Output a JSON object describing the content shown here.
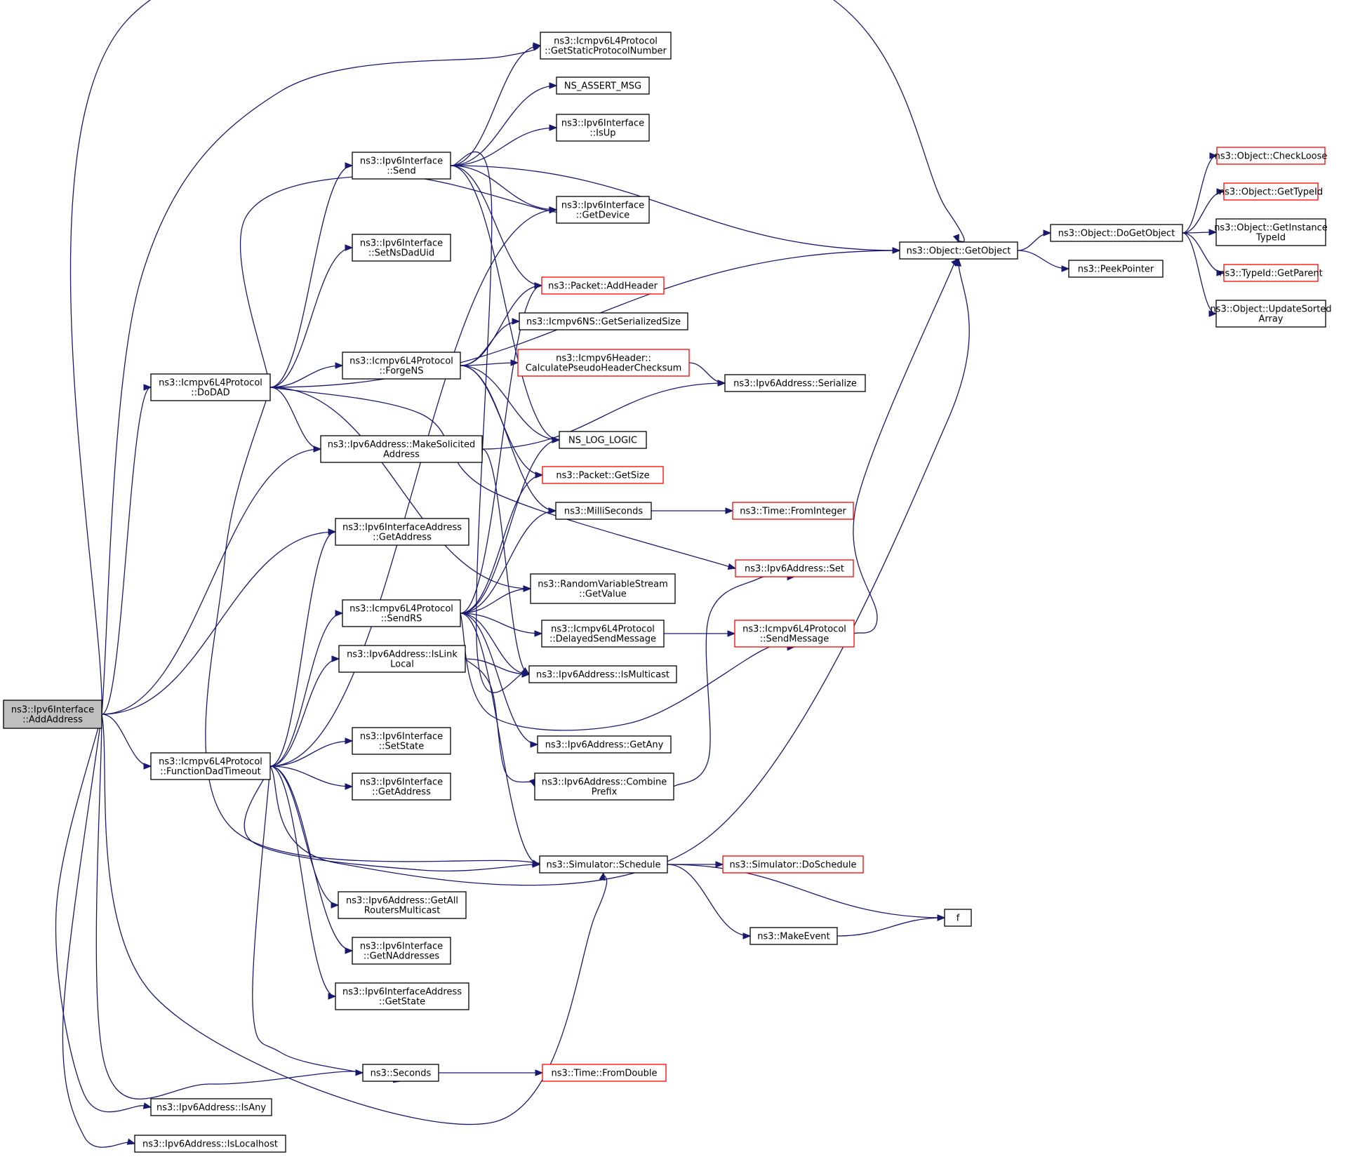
{
  "colors": {
    "edge": "#191970",
    "root_fill": "#bfbfbf",
    "node_stroke": "#000000",
    "truncated_stroke": "#ff0000"
  },
  "nodes": [
    {
      "id": "addAddress",
      "lines": [
        "ns3::Ipv6Interface",
        "::AddAddress"
      ],
      "style": "root"
    },
    {
      "id": "doDAD",
      "lines": [
        "ns3::Icmpv6L4Protocol",
        "::DoDAD"
      ]
    },
    {
      "id": "funcDad",
      "lines": [
        "ns3::Icmpv6L4Protocol",
        "::FunctionDadTimeout"
      ]
    },
    {
      "id": "isAny",
      "lines": [
        "ns3::Ipv6Address::IsAny"
      ]
    },
    {
      "id": "isLocalhost",
      "lines": [
        "ns3::Ipv6Address::IsLocalhost"
      ]
    },
    {
      "id": "send",
      "lines": [
        "ns3::Ipv6Interface",
        "::Send"
      ]
    },
    {
      "id": "setNsDadUid",
      "lines": [
        "ns3::Ipv6Interface",
        "::SetNsDadUid"
      ]
    },
    {
      "id": "forgeNS",
      "lines": [
        "ns3::Icmpv6L4Protocol",
        "::ForgeNS"
      ]
    },
    {
      "id": "makeSolicited",
      "lines": [
        "ns3::Ipv6Address::MakeSolicited",
        "Address"
      ]
    },
    {
      "id": "ifaceAddrGetAddress",
      "lines": [
        "ns3::Ipv6InterfaceAddress",
        "::GetAddress"
      ]
    },
    {
      "id": "sendRS",
      "lines": [
        "ns3::Icmpv6L4Protocol",
        "::SendRS"
      ]
    },
    {
      "id": "isLinkLocal",
      "lines": [
        "ns3::Ipv6Address::IsLink",
        "Local"
      ]
    },
    {
      "id": "setState",
      "lines": [
        "ns3::Ipv6Interface",
        "::SetState"
      ]
    },
    {
      "id": "ifaceGetAddress",
      "lines": [
        "ns3::Ipv6Interface",
        "::GetAddress"
      ]
    },
    {
      "id": "getAllRouters",
      "lines": [
        "ns3::Ipv6Address::GetAll",
        "RoutersMulticast"
      ]
    },
    {
      "id": "getNAddresses",
      "lines": [
        "ns3::Ipv6Interface",
        "::GetNAddresses"
      ]
    },
    {
      "id": "ifaceAddrGetState",
      "lines": [
        "ns3::Ipv6InterfaceAddress",
        "::GetState"
      ]
    },
    {
      "id": "seconds",
      "lines": [
        "ns3::Seconds"
      ]
    },
    {
      "id": "getStaticProto",
      "lines": [
        "ns3::Icmpv6L4Protocol",
        "::GetStaticProtocolNumber"
      ]
    },
    {
      "id": "nsAssertMsg",
      "lines": [
        "NS_ASSERT_MSG"
      ]
    },
    {
      "id": "isUp",
      "lines": [
        "ns3::Ipv6Interface",
        "::IsUp"
      ]
    },
    {
      "id": "getDevice",
      "lines": [
        "ns3::Ipv6Interface",
        "::GetDevice"
      ]
    },
    {
      "id": "addHeader",
      "lines": [
        "ns3::Packet::AddHeader"
      ],
      "style": "truncated"
    },
    {
      "id": "getSerializedSize",
      "lines": [
        "ns3::Icmpv6NS::GetSerializedSize"
      ]
    },
    {
      "id": "calcPseudo",
      "lines": [
        "ns3::Icmpv6Header::",
        "CalculatePseudoHeaderChecksum"
      ],
      "style": "truncated"
    },
    {
      "id": "nsLogLogic",
      "lines": [
        "NS_LOG_LOGIC"
      ]
    },
    {
      "id": "packetGetSize",
      "lines": [
        "ns3::Packet::GetSize"
      ],
      "style": "truncated"
    },
    {
      "id": "milliSeconds",
      "lines": [
        "ns3::MilliSeconds"
      ]
    },
    {
      "id": "rvsGetValue",
      "lines": [
        "ns3::RandomVariableStream",
        "::GetValue"
      ]
    },
    {
      "id": "delayedSend",
      "lines": [
        "ns3::Icmpv6L4Protocol",
        "::DelayedSendMessage"
      ]
    },
    {
      "id": "isMulticast",
      "lines": [
        "ns3::Ipv6Address::IsMulticast"
      ]
    },
    {
      "id": "getAny",
      "lines": [
        "ns3::Ipv6Address::GetAny"
      ]
    },
    {
      "id": "combinePrefix",
      "lines": [
        "ns3::Ipv6Address::Combine",
        "Prefix"
      ]
    },
    {
      "id": "schedule",
      "lines": [
        "ns3::Simulator::Schedule"
      ]
    },
    {
      "id": "timeFromDouble",
      "lines": [
        "ns3::Time::FromDouble"
      ],
      "style": "truncated"
    },
    {
      "id": "getObject",
      "lines": [
        "ns3::Object::GetObject"
      ]
    },
    {
      "id": "ipv6Serialize",
      "lines": [
        "ns3::Ipv6Address::Serialize"
      ]
    },
    {
      "id": "timeFromInteger",
      "lines": [
        "ns3::Time::FromInteger"
      ],
      "style": "truncated"
    },
    {
      "id": "ipv6Set",
      "lines": [
        "ns3::Ipv6Address::Set"
      ],
      "style": "truncated"
    },
    {
      "id": "sendMessage",
      "lines": [
        "ns3::Icmpv6L4Protocol",
        "::SendMessage"
      ],
      "style": "truncated"
    },
    {
      "id": "doSchedule",
      "lines": [
        "ns3::Simulator::DoSchedule"
      ],
      "style": "truncated"
    },
    {
      "id": "makeEvent",
      "lines": [
        "ns3::MakeEvent"
      ]
    },
    {
      "id": "f",
      "lines": [
        "f"
      ]
    },
    {
      "id": "doGetObject",
      "lines": [
        "ns3::Object::DoGetObject"
      ]
    },
    {
      "id": "peekPointer",
      "lines": [
        "ns3::PeekPointer"
      ]
    },
    {
      "id": "checkLoose",
      "lines": [
        "ns3::Object::CheckLoose"
      ],
      "style": "truncated"
    },
    {
      "id": "getTypeId",
      "lines": [
        "ns3::Object::GetTypeId"
      ],
      "style": "truncated"
    },
    {
      "id": "getInstanceTypeId",
      "lines": [
        "ns3::Object::GetInstance",
        "TypeId"
      ]
    },
    {
      "id": "typeIdGetParent",
      "lines": [
        "ns3::TypeId::GetParent"
      ],
      "style": "truncated"
    },
    {
      "id": "updateSortedArray",
      "lines": [
        "ns3::Object::UpdateSorted",
        "Array"
      ]
    }
  ],
  "edges": [
    [
      "addAddress",
      "getStaticProto"
    ],
    [
      "addAddress",
      "getObject"
    ],
    [
      "addAddress",
      "doDAD"
    ],
    [
      "addAddress",
      "makeSolicited"
    ],
    [
      "addAddress",
      "ifaceAddrGetAddress"
    ],
    [
      "addAddress",
      "funcDad"
    ],
    [
      "addAddress",
      "schedule"
    ],
    [
      "addAddress",
      "seconds"
    ],
    [
      "addAddress",
      "isAny"
    ],
    [
      "addAddress",
      "isLocalhost"
    ],
    [
      "doDAD",
      "send"
    ],
    [
      "doDAD",
      "getDevice"
    ],
    [
      "doDAD",
      "setNsDadUid"
    ],
    [
      "doDAD",
      "getObject"
    ],
    [
      "doDAD",
      "forgeNS"
    ],
    [
      "doDAD",
      "makeSolicited"
    ],
    [
      "doDAD",
      "ipv6Set"
    ],
    [
      "doDAD",
      "rvsGetValue"
    ],
    [
      "doDAD",
      "schedule"
    ],
    [
      "send",
      "getStaticProto"
    ],
    [
      "send",
      "nsAssertMsg"
    ],
    [
      "send",
      "isUp"
    ],
    [
      "send",
      "getDevice"
    ],
    [
      "send",
      "getObject"
    ],
    [
      "send",
      "addHeader"
    ],
    [
      "send",
      "nsLogLogic"
    ],
    [
      "send",
      "isMulticast"
    ],
    [
      "forgeNS",
      "addHeader"
    ],
    [
      "forgeNS",
      "getSerializedSize"
    ],
    [
      "forgeNS",
      "calcPseudo"
    ],
    [
      "forgeNS",
      "nsLogLogic"
    ],
    [
      "forgeNS",
      "packetGetSize"
    ],
    [
      "forgeNS",
      "milliSeconds"
    ],
    [
      "makeSolicited",
      "ipv6Serialize"
    ],
    [
      "makeSolicited",
      "isMulticast"
    ],
    [
      "calcPseudo",
      "ipv6Serialize"
    ],
    [
      "funcDad",
      "getDevice"
    ],
    [
      "funcDad",
      "ifaceAddrGetAddress"
    ],
    [
      "funcDad",
      "sendRS"
    ],
    [
      "funcDad",
      "isLinkLocal"
    ],
    [
      "funcDad",
      "setState"
    ],
    [
      "funcDad",
      "ifaceGetAddress"
    ],
    [
      "funcDad",
      "getObject"
    ],
    [
      "funcDad",
      "schedule"
    ],
    [
      "funcDad",
      "getAllRouters"
    ],
    [
      "funcDad",
      "getNAddresses"
    ],
    [
      "funcDad",
      "ifaceAddrGetState"
    ],
    [
      "funcDad",
      "seconds"
    ],
    [
      "sendRS",
      "addHeader"
    ],
    [
      "sendRS",
      "nsLogLogic"
    ],
    [
      "sendRS",
      "packetGetSize"
    ],
    [
      "sendRS",
      "milliSeconds"
    ],
    [
      "sendRS",
      "rvsGetValue"
    ],
    [
      "sendRS",
      "delayedSend"
    ],
    [
      "sendRS",
      "isMulticast"
    ],
    [
      "sendRS",
      "getAny"
    ],
    [
      "sendRS",
      "sendMessage"
    ],
    [
      "sendRS",
      "schedule"
    ],
    [
      "isLinkLocal",
      "isMulticast"
    ],
    [
      "isLinkLocal",
      "combinePrefix"
    ],
    [
      "milliSeconds",
      "timeFromInteger"
    ],
    [
      "delayedSend",
      "sendMessage"
    ],
    [
      "combinePrefix",
      "ipv6Set"
    ],
    [
      "sendMessage",
      "getObject"
    ],
    [
      "seconds",
      "timeFromDouble"
    ],
    [
      "schedule",
      "doSchedule"
    ],
    [
      "schedule",
      "makeEvent"
    ],
    [
      "schedule",
      "f"
    ],
    [
      "makeEvent",
      "f"
    ],
    [
      "getObject",
      "doGetObject"
    ],
    [
      "getObject",
      "peekPointer"
    ],
    [
      "doGetObject",
      "checkLoose"
    ],
    [
      "doGetObject",
      "getTypeId"
    ],
    [
      "doGetObject",
      "getInstanceTypeId"
    ],
    [
      "doGetObject",
      "typeIdGetParent"
    ],
    [
      "doGetObject",
      "updateSortedArray"
    ]
  ]
}
